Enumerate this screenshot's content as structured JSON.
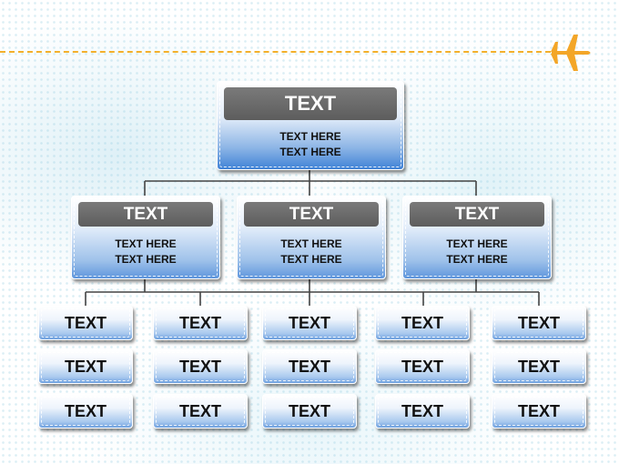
{
  "colors": {
    "dash_line": "#f3b02c",
    "plane": "#f3a628",
    "header_bar": "#666666",
    "box_gradient_bottom": "#5f96dd",
    "connector": "#444444"
  },
  "decoration": {
    "plane_icon": "airplane-icon"
  },
  "top_node": {
    "title": "TEXT",
    "line1": "TEXT HERE",
    "line2": "TEXT HERE"
  },
  "mid_nodes": [
    {
      "title": "TEXT",
      "line1": "TEXT HERE",
      "line2": "TEXT HERE"
    },
    {
      "title": "TEXT",
      "line1": "TEXT HERE",
      "line2": "TEXT HERE"
    },
    {
      "title": "TEXT",
      "line1": "TEXT HERE",
      "line2": "TEXT HERE"
    }
  ],
  "leaf_columns": [
    [
      "TEXT",
      "TEXT",
      "TEXT"
    ],
    [
      "TEXT",
      "TEXT",
      "TEXT"
    ],
    [
      "TEXT",
      "TEXT",
      "TEXT"
    ],
    [
      "TEXT",
      "TEXT",
      "TEXT"
    ],
    [
      "TEXT",
      "TEXT",
      "TEXT"
    ]
  ]
}
